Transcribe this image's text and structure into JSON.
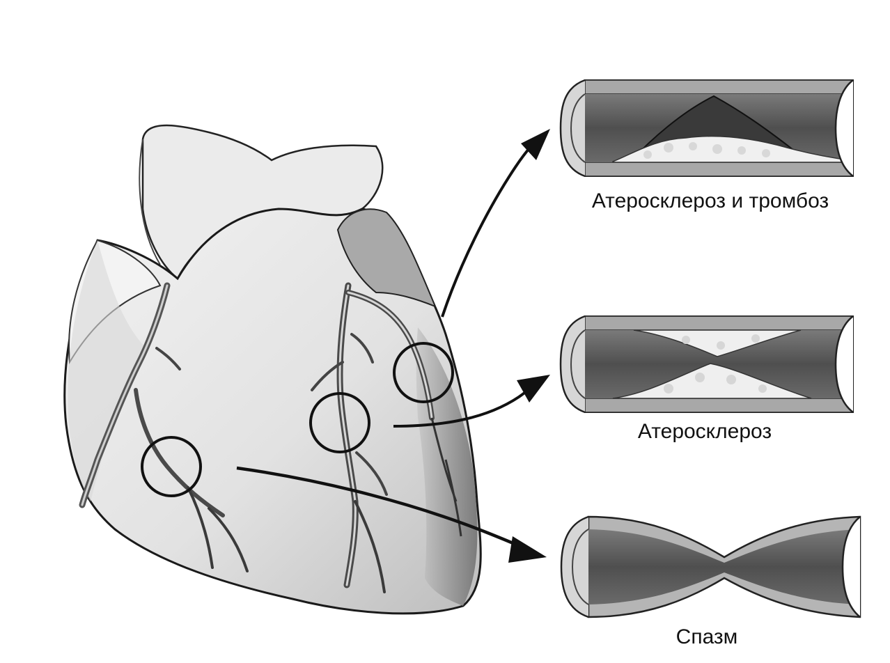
{
  "colors": {
    "background": "#ffffff",
    "ink": "#111111",
    "heart_light": "#e8e8e8",
    "heart_mid": "#c4c4c4",
    "heart_dark": "#7a7a7a",
    "vessel_wall": "#9a9a9a",
    "vessel_lumen": "#5c5c5c",
    "plaque": "#efefef"
  },
  "diagram": {
    "heart": {
      "icon": "heart-illustration",
      "highlights": 3
    },
    "vessels": [
      {
        "id": "thrombosis",
        "label": "Атеросклероз и тромбоз"
      },
      {
        "id": "athero",
        "label": "Атеросклероз"
      },
      {
        "id": "spasm",
        "label": "Спазм"
      }
    ]
  }
}
